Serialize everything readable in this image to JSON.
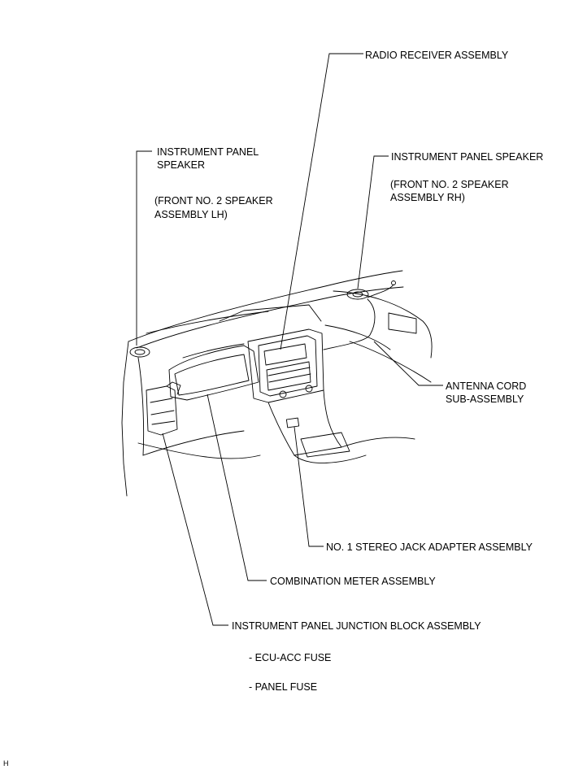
{
  "labels": {
    "radio_receiver": "RADIO RECEIVER ASSEMBLY",
    "speaker_lh_line1": "INSTRUMENT PANEL",
    "speaker_lh_line2": "SPEAKER",
    "speaker_lh_note_line1": "(FRONT NO. 2 SPEAKER",
    "speaker_lh_note_line2": "ASSEMBLY LH)",
    "speaker_rh_line1": "INSTRUMENT PANEL SPEAKER",
    "speaker_rh_note_line1": "(FRONT NO. 2 SPEAKER",
    "speaker_rh_note_line2": "ASSEMBLY RH)",
    "antenna_line1": "ANTENNA CORD",
    "antenna_line2": "SUB-ASSEMBLY",
    "stereo_jack": "NO. 1 STEREO JACK ADAPTER ASSEMBLY",
    "combination_meter": "COMBINATION METER ASSEMBLY",
    "junction_block": "INSTRUMENT PANEL JUNCTION BLOCK ASSEMBLY",
    "fuse_ecu_acc": "- ECU-ACC FUSE",
    "fuse_panel": "- PANEL FUSE"
  },
  "figure_id": "H",
  "colors": {
    "line": "#000000",
    "background": "#ffffff"
  }
}
